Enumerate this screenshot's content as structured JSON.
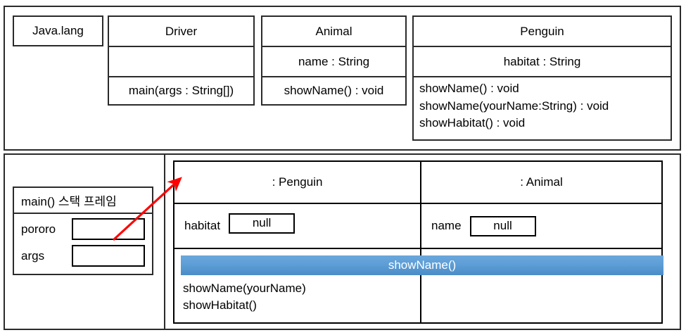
{
  "diagram": {
    "title": "UML class diagram and runtime object/stack diagram",
    "accent_color": "#5e9ed6",
    "arrow_color": "#ff0000",
    "border_color": "#2b2b2b"
  },
  "class_section": {
    "package_box": {
      "name_label": "Java.lang"
    },
    "classes": [
      {
        "name": "Driver",
        "fields": "",
        "methods": "main(args : String[])"
      },
      {
        "name": "Animal",
        "fields": "name : String",
        "methods": "showName() : void"
      },
      {
        "name": "Penguin",
        "fields": "habitat : String",
        "methods": "showName() : void\nshowName(yourName:String) : void\nshowHabitat() : void"
      }
    ]
  },
  "runtime_section": {
    "stack_frame": {
      "title": "main() 스택 프레임",
      "variables": [
        {
          "name": "pororo",
          "value": ""
        },
        {
          "name": "args",
          "value": ""
        }
      ]
    },
    "objects": [
      {
        "title": ": Penguin",
        "field_name": "habitat",
        "field_value": "null",
        "methods": "showName(yourName)\nshowHabitat()"
      },
      {
        "title": ": Animal",
        "field_name": "name",
        "field_value": "null",
        "methods": ""
      }
    ],
    "call_bar": {
      "label": "showName()"
    }
  }
}
